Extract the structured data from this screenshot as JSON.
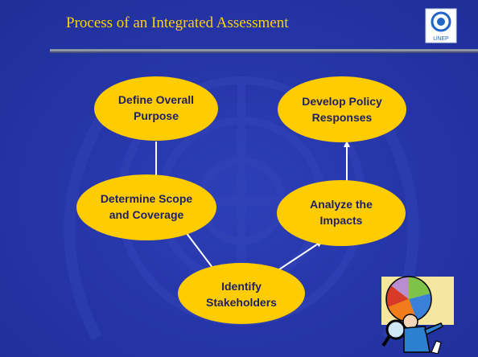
{
  "slide": {
    "title": "Process of an Integrated Assessment",
    "logo_text": "UNEP",
    "colors": {
      "background": "#2535a6",
      "title": "#ffd200",
      "node_fill": "#ffcc00",
      "node_text": "#1f1f66",
      "arrow": "#ffffff"
    }
  },
  "nodes": {
    "define": {
      "line1": "Define Overall",
      "line2": "Purpose"
    },
    "scope": {
      "line1": "Determine Scope",
      "line2": "and Coverage"
    },
    "stakeholders": {
      "line1": "Identify",
      "line2": "Stakeholders"
    },
    "impacts": {
      "line1": "Analyze the",
      "line2": "Impacts"
    },
    "policy": {
      "line1": "Develop Policy",
      "line2": "Responses"
    }
  },
  "flow": [
    {
      "from": "Define Overall Purpose",
      "to": "Determine Scope and Coverage"
    },
    {
      "from": "Determine Scope and Coverage",
      "to": "Identify Stakeholders"
    },
    {
      "from": "Identify Stakeholders",
      "to": "Analyze the Impacts"
    },
    {
      "from": "Analyze the Impacts",
      "to": "Develop Policy Responses"
    }
  ],
  "clipart": {
    "icon": "person-with-magnifier-and-pie-chart"
  }
}
